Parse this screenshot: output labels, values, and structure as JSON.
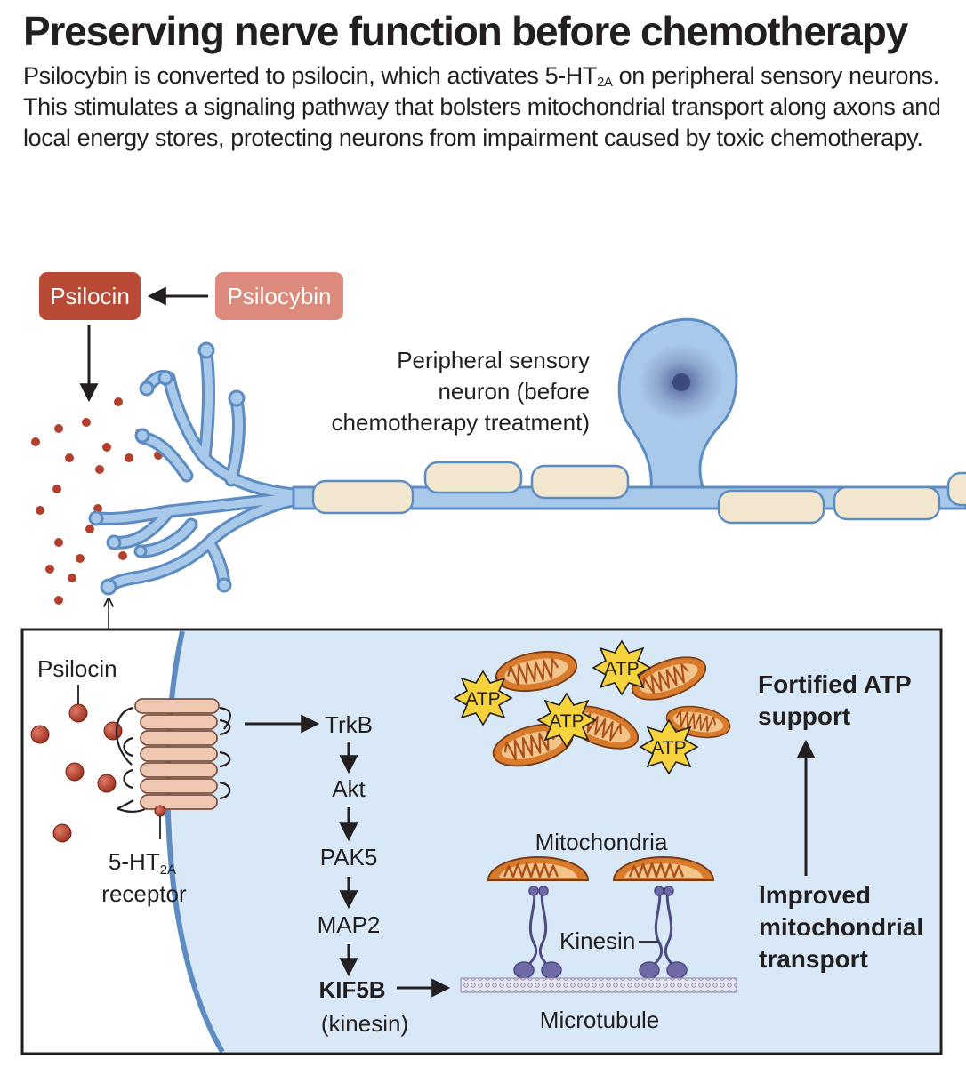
{
  "title": "Preserving nerve function before chemotherapy",
  "subtitle": {
    "part1": "Psilocybin is converted to psilocin, which activates 5-HT",
    "sub": "2A",
    "part2": " on peripheral sensory neurons.  This stimulates a signaling pathway that bolsters mitochondrial transport along axons and local energy stores, protecting neurons from impairment caused by toxic chemotherapy."
  },
  "conversion": {
    "product": "Psilocin",
    "precursor": "Psilocybin"
  },
  "neuron_label": {
    "line1": "Peripheral sensory",
    "line2": "neuron (before",
    "line3": "chemotherapy treatment)"
  },
  "detail": {
    "ligand_label": "Psilocin",
    "receptor_label": {
      "prefix": "5-HT",
      "sub": "2A",
      "line2": "receptor"
    },
    "pathway": [
      "TrkB",
      "Akt",
      "PAK5",
      "MAP2",
      "KIF5B"
    ],
    "kinesin_note": "(kinesin)",
    "atp_badge": "ATP",
    "fortified_label": {
      "line1": "Fortified ATP",
      "line2": "support"
    },
    "mitochondria_label": "Mitochondria",
    "kinesin_label": "Kinesin",
    "microtubule_label": "Microtubule",
    "transport_label": {
      "line1": "Improved",
      "line2": "mitochondrial",
      "line3": "transport"
    }
  },
  "colors": {
    "psilocin_box": "#b94a36",
    "psilocybin_box": "#dc8a7c",
    "neuron_fill": "#a9c9ea",
    "neuron_outline": "#5d8cc2",
    "myelin": "#f2e6cf",
    "panel_bg": "#d8e8f7",
    "molecule": "#b33f2c",
    "mito": "#d97b2d",
    "atp_star": "#f6d23c",
    "receptor": "#f0c7b1",
    "kinesin": "#6f6aa6"
  },
  "icons": [
    "arrow-left-icon",
    "arrow-down-icon",
    "arrow-right-icon",
    "arrow-up-icon",
    "atp-star-icon",
    "mitochondrion-icon"
  ]
}
